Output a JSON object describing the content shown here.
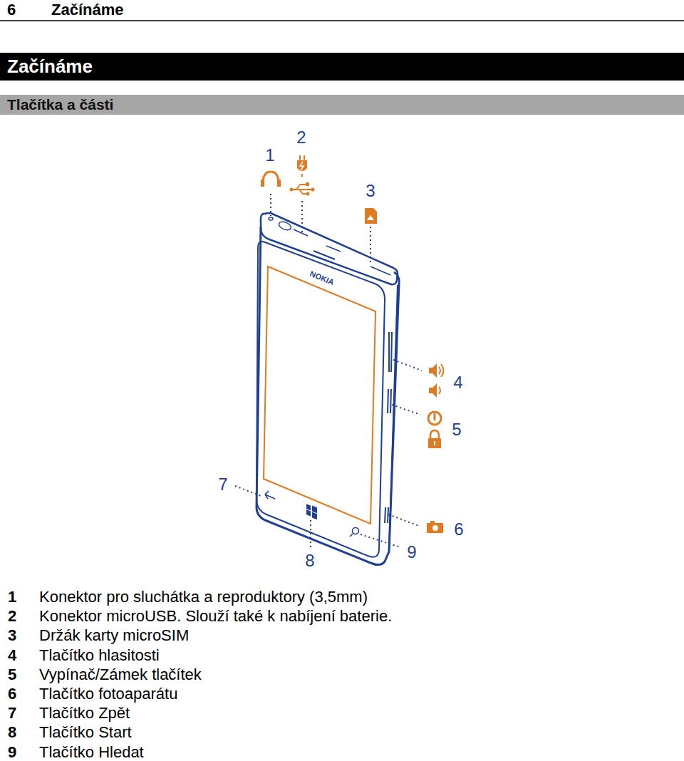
{
  "diagram": {
    "nodes": [
      {
        "text": [
          "Začínáme"
        ]
      },
      {
        "text": [
          "Tlačítka a části"
        ]
      }
    ],
    "labels": [
      "6",
      "Začínáme",
      "1",
      "2",
      "3",
      "4",
      "5",
      "6",
      "7",
      "8",
      "9",
      "NOKIA",
      "1",
      "Konektor pro sluchátka a reproduktory (3,5mm)",
      "2",
      "Konektor microUSB. Slouží také k nabíjení baterie.",
      "3",
      "Držák karty microSIM",
      "4",
      "Tlačítko hlasitosti",
      "5",
      "Vypínač/Zámek tlačítek",
      "6",
      "Tlačítko fotoaparátu",
      "7",
      "Tlačítko Zpět",
      "8",
      "Tlačítko Start",
      "9",
      "Tlačítko Hledat"
    ]
  }
}
